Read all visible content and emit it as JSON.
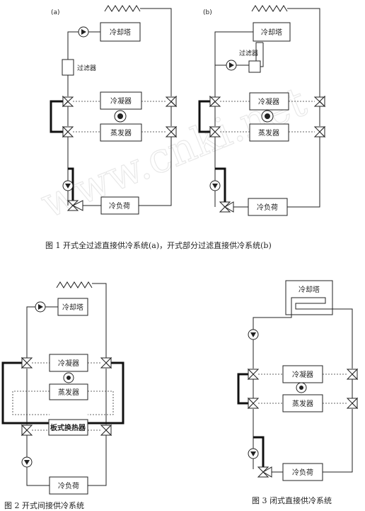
{
  "labels": {
    "cooling_tower": "冷却塔",
    "condenser": "冷凝器",
    "evaporator": "蒸发器",
    "load": "冷负荷",
    "filter": "过滤器",
    "plate_exchanger": "板式换热器"
  },
  "figure1": {
    "panel_a": "(a)",
    "panel_b": "(b)",
    "caption": "图 1    开式全过滤直接供冷系统(a)，开式部分过滤直接供冷系统(b)"
  },
  "figure2": {
    "caption": "图 2    开式间接供冷系统"
  },
  "figure3": {
    "caption": "图 3    闭式直接供冷系统"
  },
  "watermark": "www.cnki.net"
}
